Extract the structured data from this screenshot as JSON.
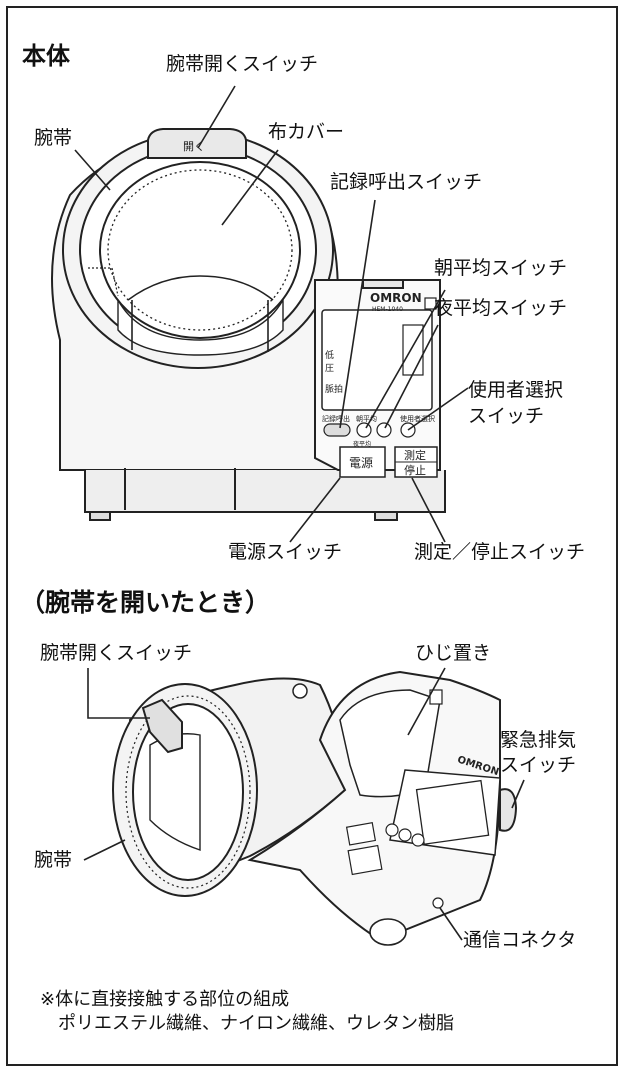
{
  "section_title": "本体",
  "top_labels": {
    "cuff_open_switch": "腕帯開くスイッチ",
    "cloth_cover": "布カバー",
    "cuff": "腕帯",
    "memory_switch": "記録呼出スイッチ",
    "morning_avg_switch": "朝平均スイッチ",
    "evening_avg_switch": "夜平均スイッチ",
    "user_select_switch": "使用者選択\nスイッチ",
    "power_switch": "電源スイッチ",
    "start_stop_switch": "測定／停止スイッチ"
  },
  "device_text": {
    "open_button": "開く",
    "brand": "OMRON",
    "model": "HEM-1040",
    "power_button": "電源",
    "measure_button": "測定",
    "stop_button": "停止",
    "memory_label": "記録呼出",
    "morning_label": "朝平均",
    "evening_label": "夜平均",
    "user_label": "使用者選択",
    "low_label": "低",
    "pressure_label": "圧",
    "pulse_label": "脈拍"
  },
  "sub_title": "（腕帯を開いたとき）",
  "bottom_labels": {
    "cuff_open_switch": "腕帯開くスイッチ",
    "elbow_rest": "ひじ置き",
    "emergency_exhaust_switch": "緊急排気\nスイッチ",
    "cuff": "腕帯",
    "comm_connector": "通信コネクタ"
  },
  "note": {
    "line1": "※体に直接接触する部位の組成",
    "line2": "ポリエステル繊維、ナイロン繊維、ウレタン樹脂"
  }
}
